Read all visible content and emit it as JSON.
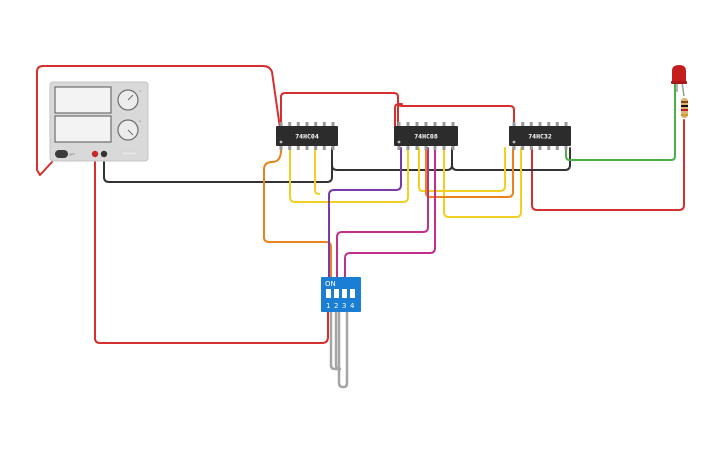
{
  "chips": [
    {
      "id": "u1",
      "label": "74HC04"
    },
    {
      "id": "u2",
      "label": "74HC08"
    },
    {
      "id": "u3",
      "label": "74HC32"
    }
  ],
  "dip_switch": {
    "on_label": "ON",
    "positions": [
      "1",
      "2",
      "3",
      "4"
    ]
  },
  "power_supply": {
    "knob_labels": [
      "V",
      "A"
    ],
    "button_label": "OFF"
  },
  "colors": {
    "power_wire": "#d62f2f",
    "ground_wire": "#333333",
    "yellow_wire": "#f2cf22",
    "orange_wire": "#e9821f",
    "purple_wire": "#7a3aa8",
    "magenta_wire": "#c0308a",
    "green_wire": "#49b04a",
    "gray_wire": "#a5a5a5",
    "chip_body": "#2c2c2c",
    "dip_body": "#1a7fd4",
    "led": "#c41e1e"
  }
}
